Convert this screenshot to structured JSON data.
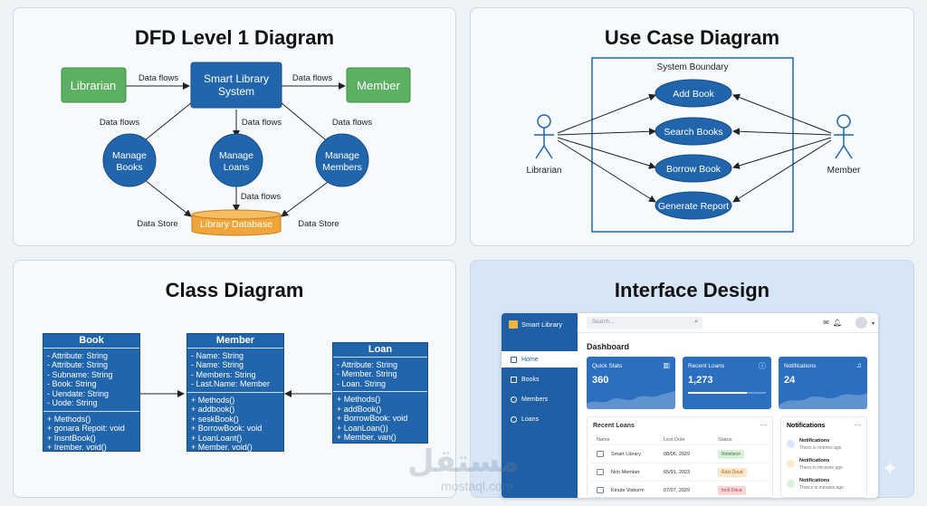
{
  "dfd": {
    "title": "DFD Level 1 Diagram",
    "librarian": "Librarian",
    "system": [
      "Smart Library",
      "System"
    ],
    "member": "Member",
    "flow_label": "Data flows",
    "manage_books": [
      "Manage",
      "Books"
    ],
    "manage_loans": [
      "Manage",
      "Loans"
    ],
    "manage_members": [
      "Manage",
      "Members"
    ],
    "database": "Library Database",
    "store_label": "Data Store"
  },
  "usecase": {
    "title": "Use Case Diagram",
    "boundary": "System Boundary",
    "actor_left": "Librarian",
    "actor_right": "Member",
    "cases": [
      "Add Book",
      "Search Books",
      "Borrow Book",
      "Generate Report"
    ]
  },
  "classdiag": {
    "title": "Class Diagram",
    "book": {
      "name": "Book",
      "attrs": [
        "- Attribute: String",
        "- Attribute: String",
        "- Subname: String",
        "- Book: String",
        "- Uendate: String",
        "- Uode: String"
      ],
      "methods": [
        "+ Methods()",
        "+ gonara Repoit: void",
        "+ InsntBook()",
        "+ Irember. void()"
      ]
    },
    "member": {
      "name": "Member",
      "attrs": [
        "- Name: String",
        "- Name: String",
        "- Members: String",
        "- Last.Name: Member"
      ],
      "methods": [
        "+ Methods()",
        "+ addbook()",
        "+ seskBook()",
        "+ BorrowBook: void",
        "+ LoanLoant()",
        "+ Member. void()"
      ]
    },
    "loan": {
      "name": "Loan",
      "attrs": [
        "- Attribute: String",
        "- Member. String",
        "- Loan. String"
      ],
      "methods": [
        "+ Methods()",
        "+ addBook()",
        "+ BorrowBook: void",
        "+ LoanLoan())",
        "+ Member. van()"
      ]
    }
  },
  "iface": {
    "title": "Interface Design",
    "app_name": "Smart Library",
    "search_placeholder": "Search...",
    "nav": [
      "Home",
      "Books",
      "Members",
      "Loans"
    ],
    "dashboard": "Dashboard",
    "cards": [
      {
        "title": "Quick Stats",
        "value": "360"
      },
      {
        "title": "Recent Loans",
        "value": "1,273",
        "progress": 0.75
      },
      {
        "title": "Notifications",
        "value": "24"
      }
    ],
    "recent_loans": {
      "title": "Recent Loans",
      "more": "···",
      "headers": [
        "Name",
        "Lest Dote",
        "Status"
      ],
      "rows": [
        {
          "name": "Smart Library",
          "date": "08/06, 2029",
          "status": "Relettecn",
          "color": "#d8f0d8",
          "text": "#3a7a3a"
        },
        {
          "name": "Nrin Member",
          "date": "65/91, 2023",
          "status": "Rast Doud",
          "color": "#fbe6c8",
          "text": "#a0651a"
        },
        {
          "name": "Kinuts Viskorm",
          "date": "07/07, 2029",
          "status": "Inch Deca",
          "color": "#f8d6d6",
          "text": "#a83a3a"
        }
      ]
    },
    "notifications": {
      "title": "Notifications",
      "more": "···",
      "items": [
        {
          "title": "Notifications",
          "sub": "Thecs is rmirnes ago",
          "color": "#dbe7fb"
        },
        {
          "title": "Notifications",
          "sub": "Thecs is micsses ago",
          "color": "#fbeccb"
        },
        {
          "title": "Notifications",
          "sub": "Threcs is minutes ago",
          "color": "#d9f0dc"
        }
      ]
    }
  },
  "watermark": {
    "arabic": "مستقل",
    "latin": "mostaql.com"
  },
  "colors": {
    "blue": "#2166ad",
    "green": "#5cb061",
    "orange": "#f0a53a"
  }
}
